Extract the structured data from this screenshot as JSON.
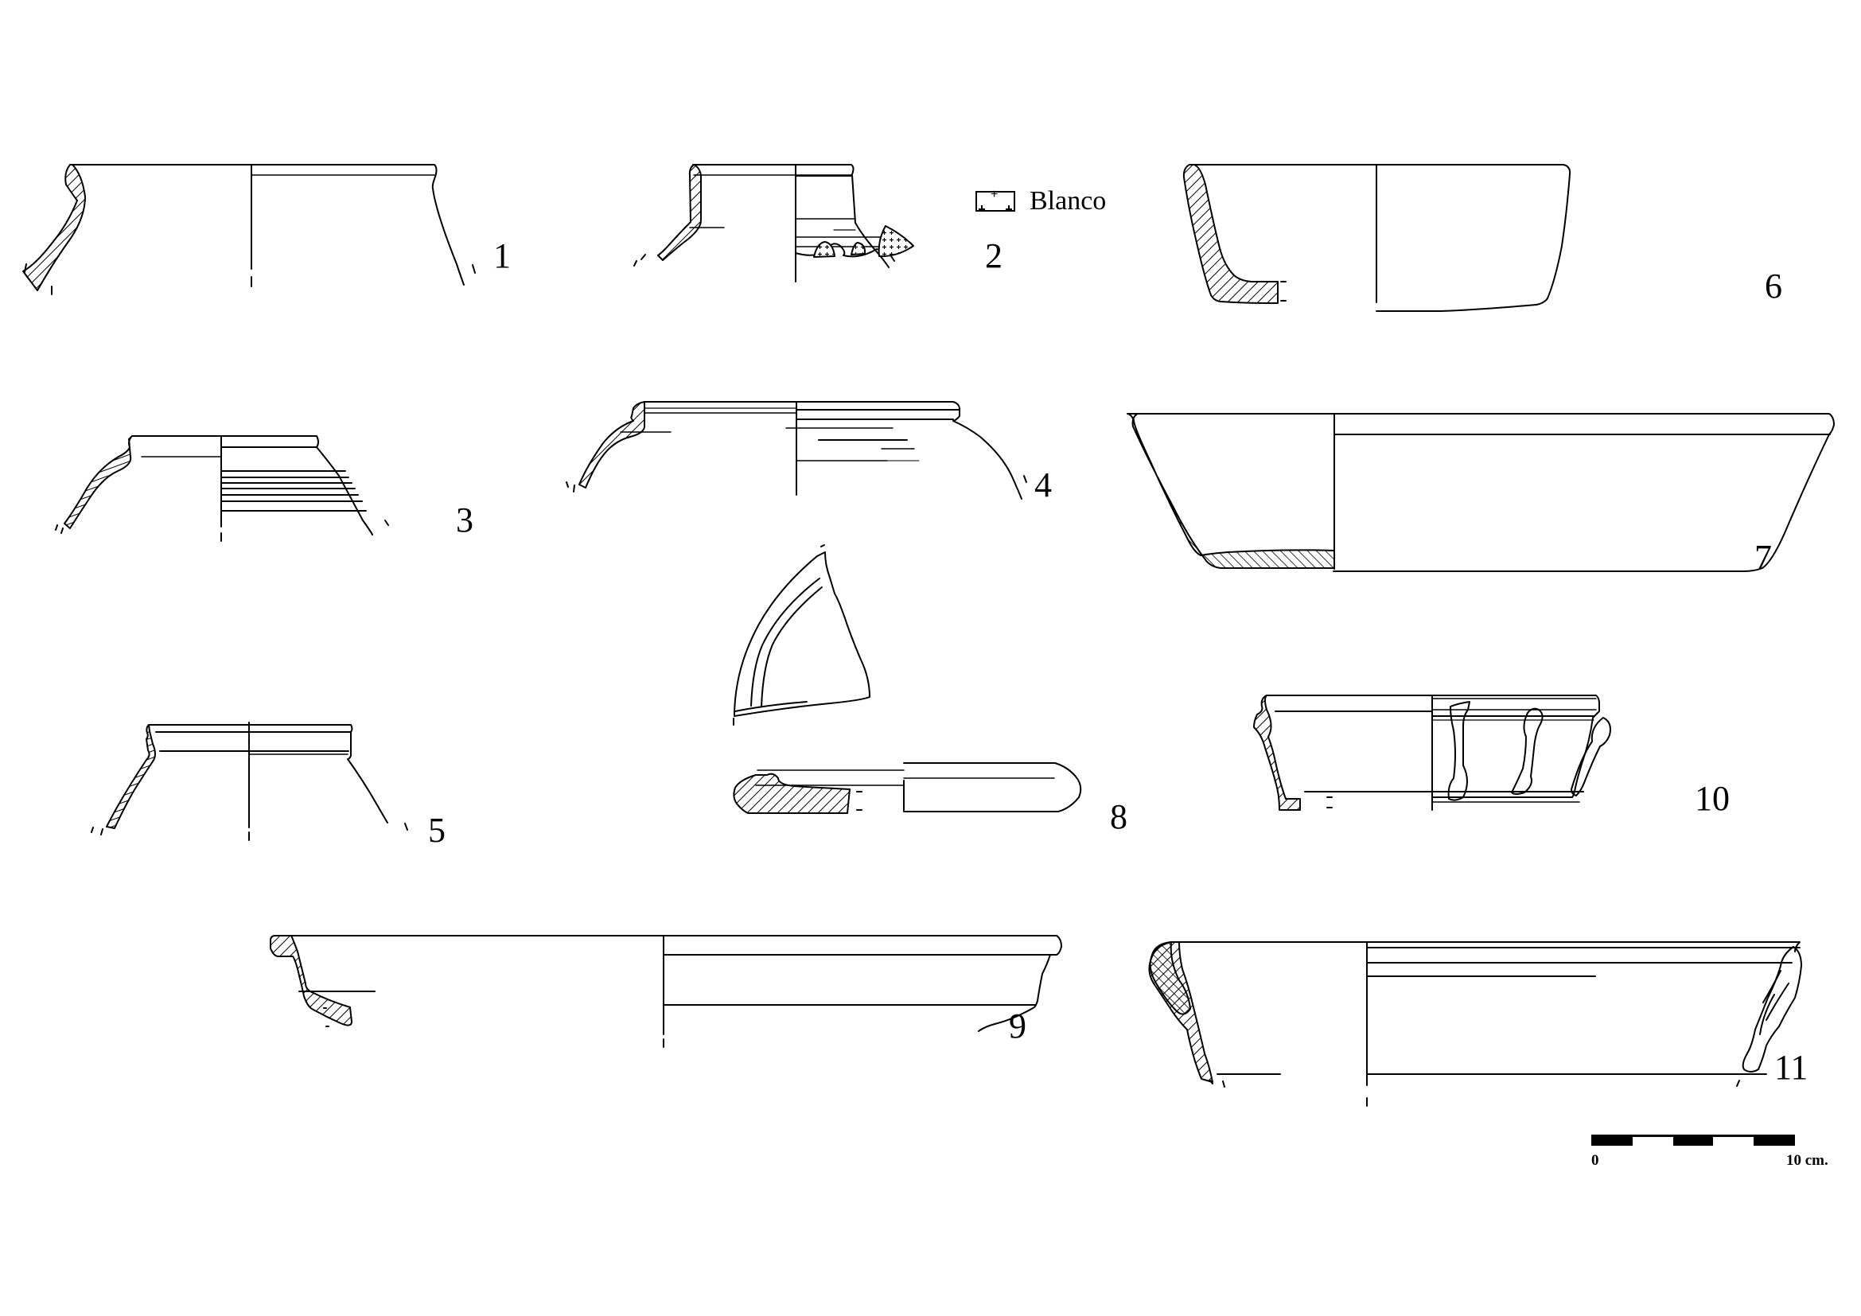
{
  "plate": {
    "background": "#ffffff",
    "ink_color": "#000000",
    "figures": [
      {
        "number": "1",
        "label": "1",
        "type": "rim fragment (jar)"
      },
      {
        "number": "2",
        "label": "2",
        "type": "rim fragment with white painted decoration"
      },
      {
        "number": "3",
        "label": "3",
        "type": "rim fragment with horizontal grooves"
      },
      {
        "number": "4",
        "label": "4",
        "type": "rim fragment (jar)"
      },
      {
        "number": "5",
        "label": "5",
        "type": "rim fragment (jar)"
      },
      {
        "number": "6",
        "label": "6",
        "type": "bowl profile"
      },
      {
        "number": "7",
        "label": "7",
        "type": "large dish profile"
      },
      {
        "number": "8",
        "label": "8",
        "type": "lid / plate fragment with plan view"
      },
      {
        "number": "9",
        "label": "9",
        "type": "dish rim fragment"
      },
      {
        "number": "10",
        "label": "10",
        "type": "bowl with applied vertical strips"
      },
      {
        "number": "11",
        "label": "11",
        "type": "bowl with handle"
      }
    ]
  },
  "legend": {
    "swatch": "white-paint-pattern",
    "label": "Blanco"
  },
  "scale_bar": {
    "start_label": "0",
    "end_label": "10 cm.",
    "segments": 5
  }
}
